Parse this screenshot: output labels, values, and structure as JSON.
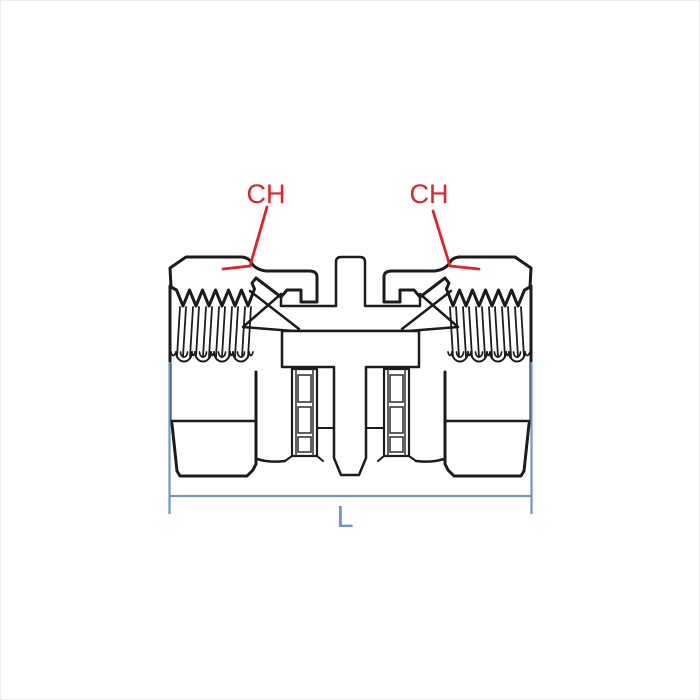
{
  "figure": {
    "type": "technical-drawing",
    "subject": "Female swivel straight union fitting, half-section view",
    "annotations": {
      "ch_left": "CH",
      "ch_right": "CH",
      "length_label": "L"
    },
    "colors": {
      "annotation_red": "#e22128",
      "dimension_blue": "#7396c8",
      "linework": "#1c1c1c",
      "background": "#ffffff"
    }
  }
}
